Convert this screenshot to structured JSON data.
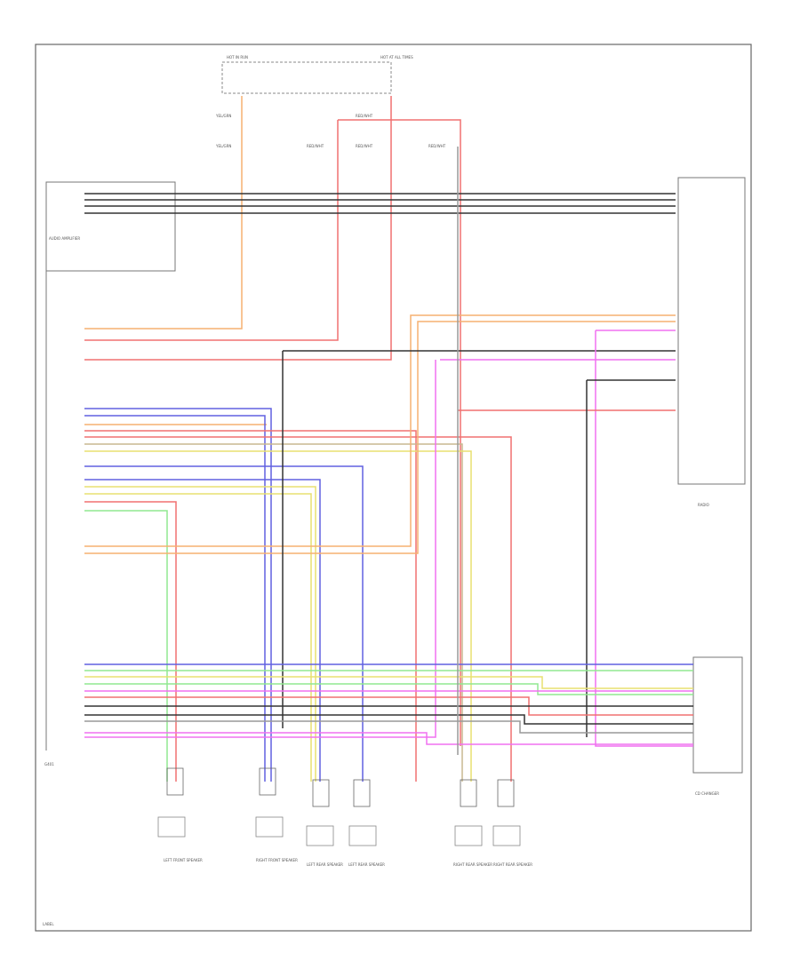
{
  "colors": {
    "red": "#f07070",
    "orange": "#f5b070",
    "yellow": "#e8e070",
    "blue": "#6060e0",
    "green": "#90e890",
    "pink": "#f070f0",
    "black": "#333333",
    "gray": "#999999",
    "tan": "#c8b890"
  },
  "labels": {
    "top_left_relay": "HOT IN RUN",
    "top_right_relay": "HOT AT ALL TIMES",
    "yellow_wire_a": "YEL/GRN",
    "yellow_wire_b": "YEL/GRN",
    "red_wire_a": "RED/WHT",
    "red_wire_b": "RED/WHT",
    "red_wire_c": "RED/WHT",
    "red_wire_d": "RED/WHT",
    "module_left": "AUDIO AMPLIFIER",
    "module_right": "RADIO",
    "module_bottom_right": "CD CHANGER",
    "bottom_left_corner": "LABEL",
    "ground_left": "G401",
    "sp_1": "LEFT FRONT SPEAKER",
    "sp_2": "RIGHT FRONT SPEAKER",
    "sp_3": "LEFT REAR SPEAKER",
    "sp_4": "LEFT REAR SPEAKER",
    "sp_5": "RIGHT REAR SPEAKER",
    "sp_6": "RIGHT REAR SPEAKER"
  }
}
